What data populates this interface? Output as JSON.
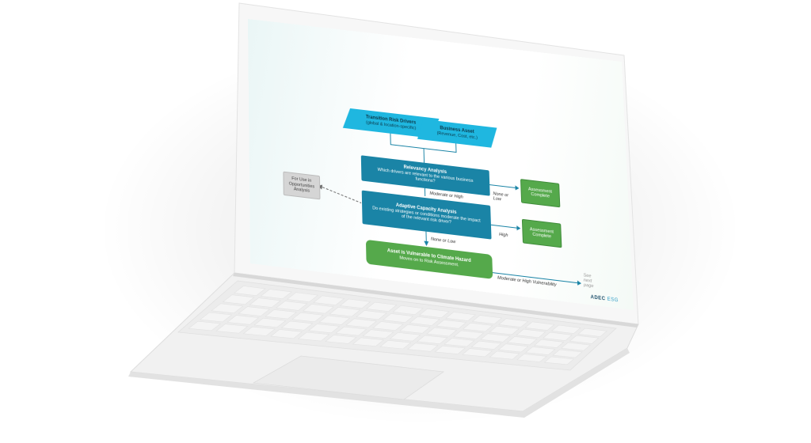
{
  "diagram": {
    "transition_drivers": {
      "title": "Transition Risk Drivers",
      "subtitle": "(global & location-specific)"
    },
    "business_asset": {
      "title": "Business Asset",
      "subtitle": "(Revenue, Cost, etc.)"
    },
    "relevancy": {
      "title": "Relevancy Analysis",
      "subtitle": "Which drivers are relevant to the various business functions?"
    },
    "adaptive": {
      "title": "Adaptive Capacity Analysis",
      "subtitle": "Do existing strategies or conditions moderate the impact of the relevant risk driver?"
    },
    "vulnerable": {
      "title": "Asset is Vulnerable to Climate Hazard",
      "subtitle": "Moves on to Risk Assessment."
    },
    "assessment_complete_1": "Assessment Complete",
    "assessment_complete_2": "Assessment Complete",
    "opportunities": "For Use in Opportunities Analysis",
    "edge_none_or_low_1": "None or Low",
    "edge_moderate_or_high": "Moderate or High",
    "edge_high": "High",
    "edge_none_or_low_2": "None or Low",
    "edge_moderate_high_vuln": "Moderate or High Vulnerability",
    "see_next_page": "See next page"
  },
  "brand": {
    "name": "ADEC",
    "suffix": "ESG"
  },
  "colors": {
    "cyan": "#1fb7e0",
    "teal": "#1a84a6",
    "green": "#55a94b",
    "gray": "#d5d5d5"
  }
}
